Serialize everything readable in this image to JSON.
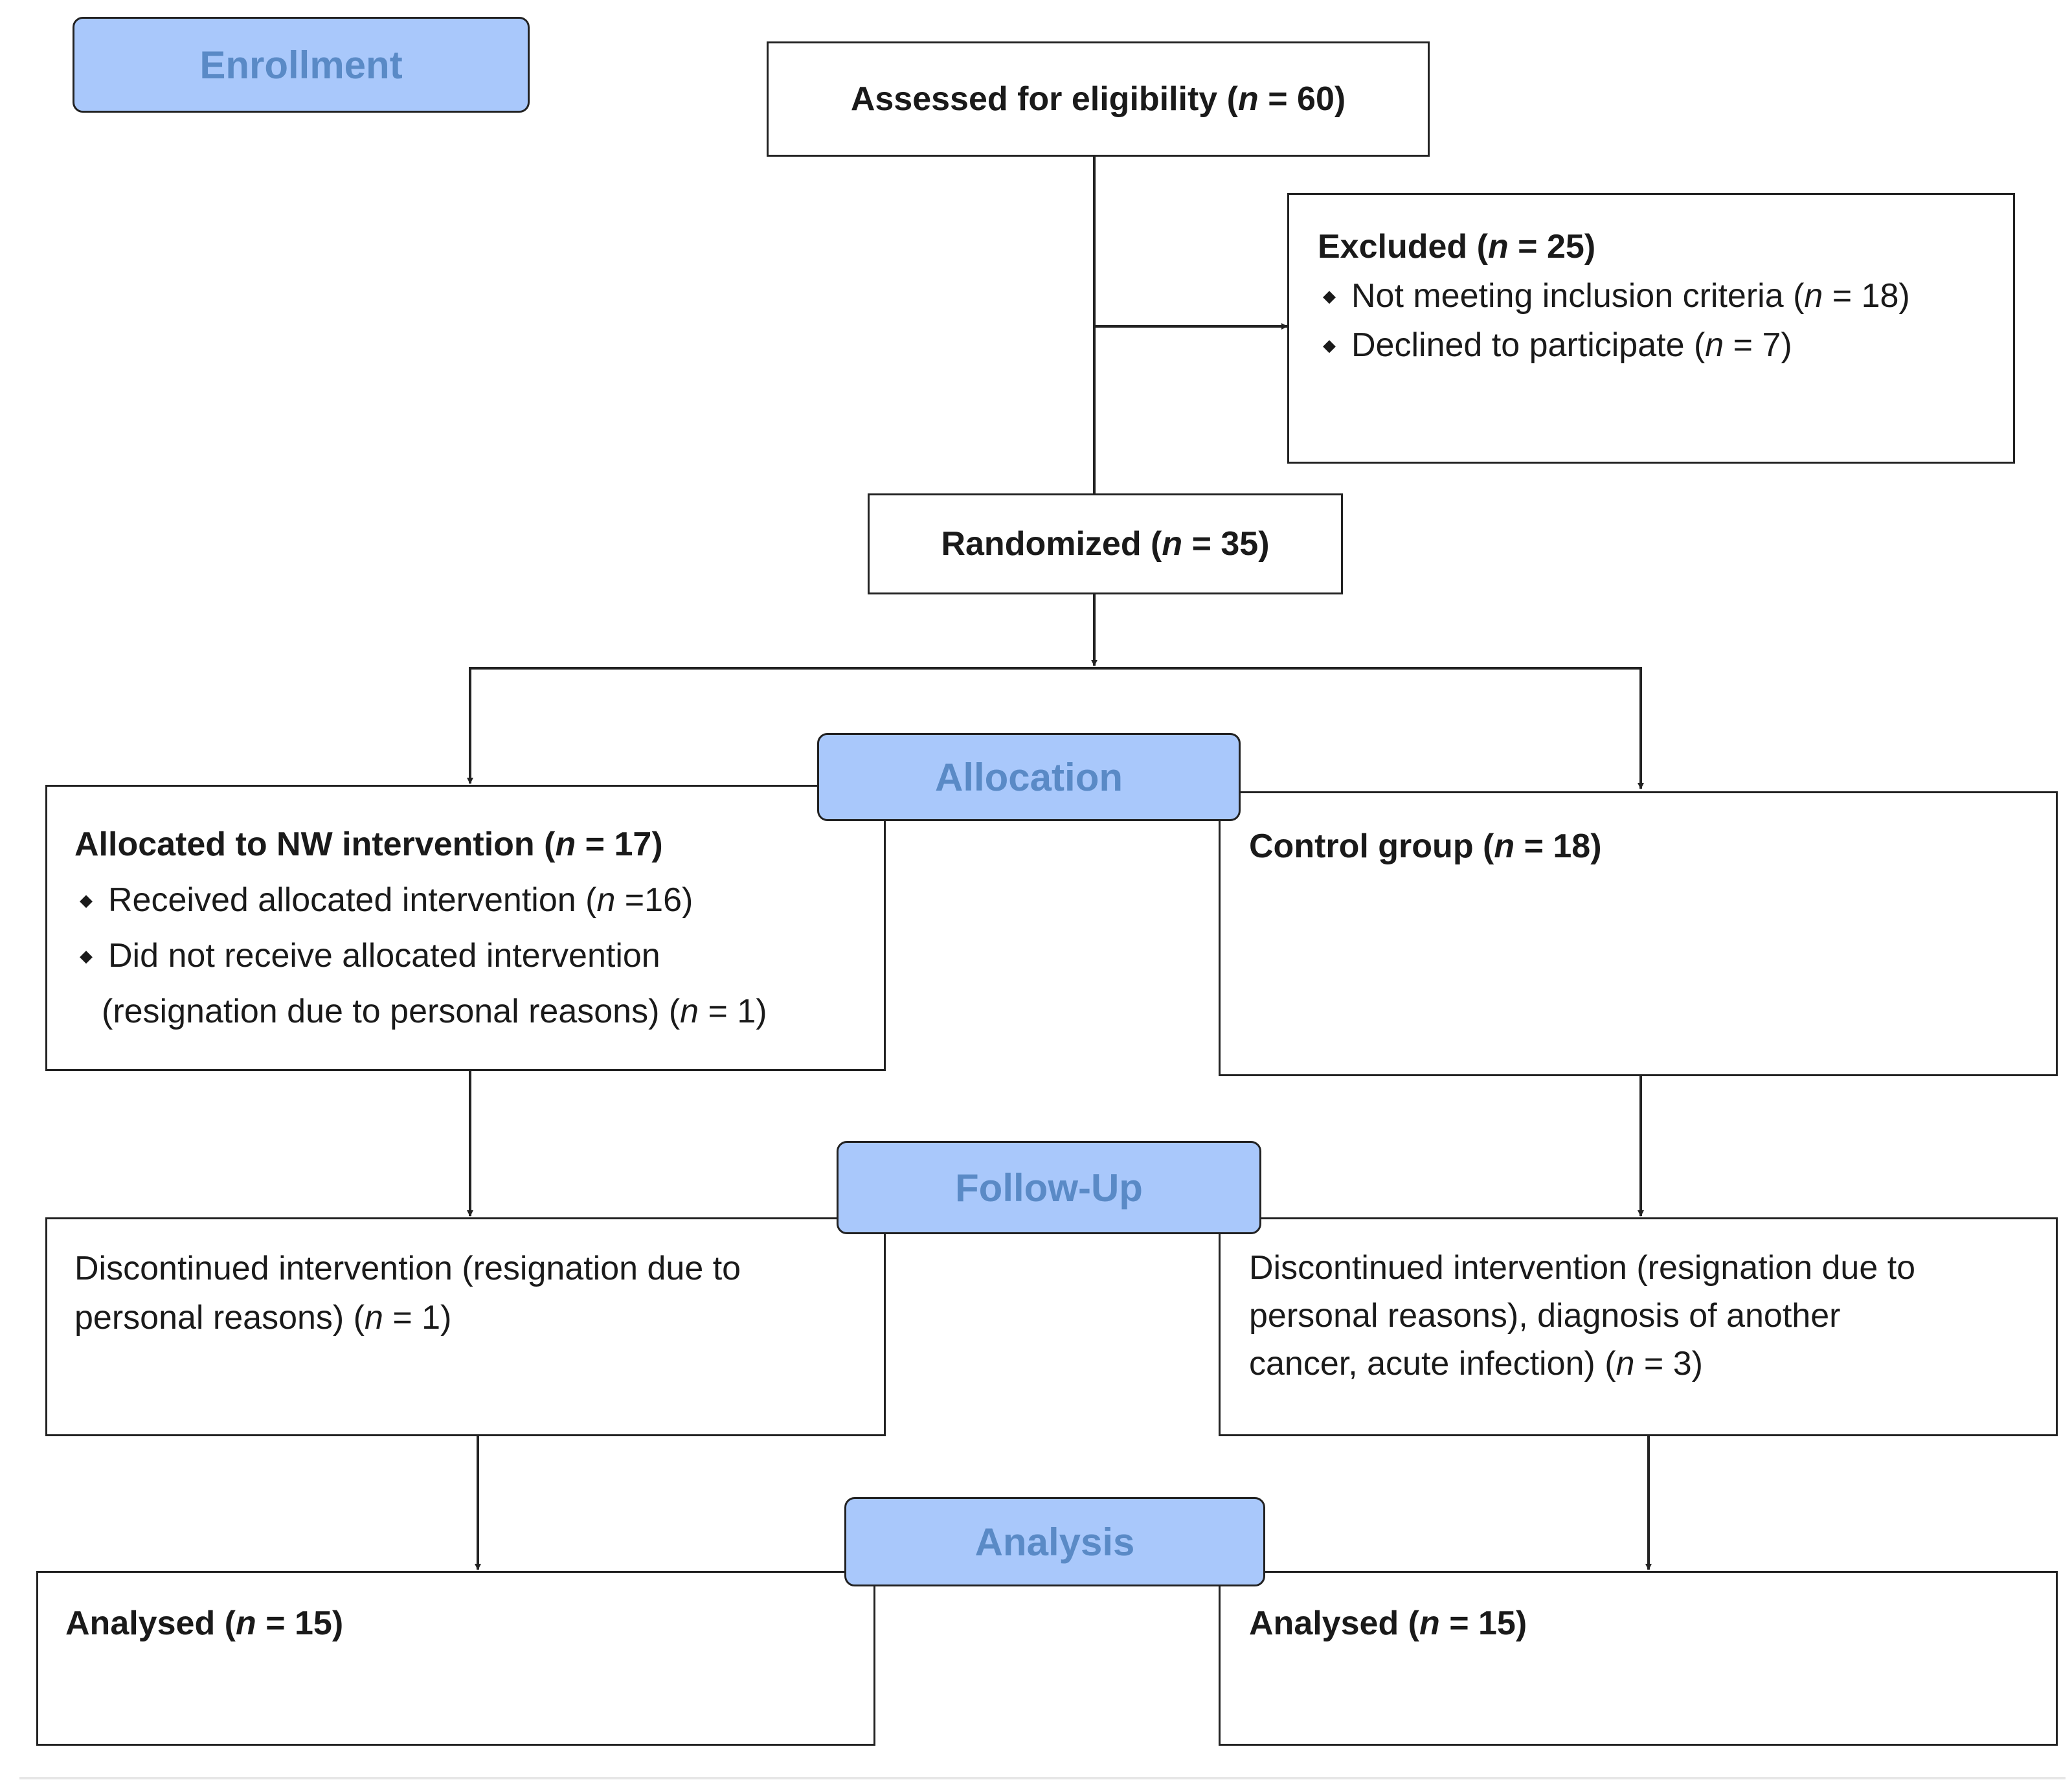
{
  "colors": {
    "stage_fill": "#a9c8fb",
    "stage_text": "#5a8ac6",
    "line": "#222222"
  },
  "stages": {
    "enrollment": "Enrollment",
    "allocation": "Allocation",
    "follow_up": "Follow-Up",
    "analysis": "Analysis"
  },
  "assessed": {
    "pre": "Assessed for eligibility (",
    "n": "n",
    "post": " = 60)"
  },
  "excluded": {
    "title": {
      "pre": "Excluded  (",
      "n": "n",
      "post": " = 25)"
    },
    "items": [
      {
        "pre": "Not meeting inclusion criteria (",
        "n": "n",
        "post": " = 18)"
      },
      {
        "pre": "Declined to participate (",
        "n": "n",
        "post": " = 7)"
      }
    ]
  },
  "randomized": {
    "pre": "Randomized (",
    "n": "n",
    "post": " = 35)"
  },
  "allocated_nw": {
    "title": {
      "pre": "Allocated to NW intervention (",
      "n": "n",
      "post": " = 17)"
    },
    "item1": {
      "pre": "Received allocated intervention (",
      "n": "n",
      "post": " =16)"
    },
    "item2_line1": "Did not receive allocated intervention",
    "item2_line2": {
      "pre": "(resignation due to personal reasons) (",
      "n": "n",
      "post": " = 1)"
    }
  },
  "control": {
    "title": {
      "pre": "Control group (",
      "n": "n",
      "post": " = 18)"
    }
  },
  "followup_left": {
    "line1": "Discontinued intervention (resignation due to",
    "line2": {
      "pre": "personal reasons) (",
      "n": "n",
      "post": " = 1)"
    }
  },
  "followup_right": {
    "line1": "Discontinued intervention (resignation due to",
    "line2": "personal reasons), diagnosis of another",
    "line3": {
      "pre": "cancer, acute infection) (",
      "n": "n",
      "post": " = 3)"
    }
  },
  "analysed_left": {
    "pre": "Analysed  (",
    "n": "n",
    "post": " = 15)"
  },
  "analysed_right": {
    "pre": "Analysed  (",
    "n": "n",
    "post": " = 15)"
  }
}
